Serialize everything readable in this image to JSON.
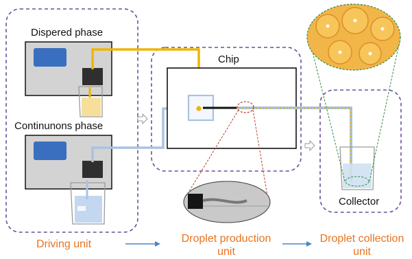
{
  "labels": {
    "dispersed_phase": "Dispered phase",
    "continuous_phase": "Continunons phase",
    "chip": "Chip",
    "collector": "Collector"
  },
  "units": {
    "driving": "Driving unit",
    "production_line1": "Droplet production",
    "production_line2": "unit",
    "collection_line1": "Droplet collection",
    "collection_line2": "unit"
  },
  "colors": {
    "unit_label": "#e8731f",
    "dashed_border": "#6a4f9c",
    "pump_body": "#d3d3d3",
    "pump_screen": "#3a6fc0",
    "oil_line": "#f0b400",
    "water_line": "#a9c3df",
    "flow_arrow": "#4a86c8"
  }
}
